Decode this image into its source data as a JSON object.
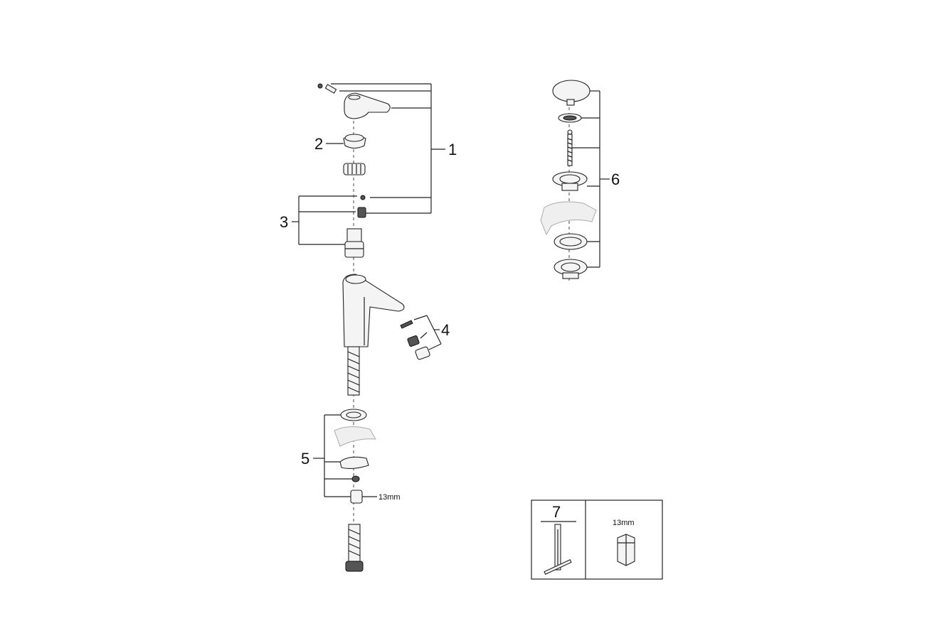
{
  "callouts": {
    "c1": "1",
    "c2": "2",
    "c3": "3",
    "c4": "4",
    "c5": "5",
    "c6": "6"
  },
  "nut_size_label": "13mm",
  "tool_box": {
    "number": "7",
    "nut_size_label": "13mm"
  }
}
